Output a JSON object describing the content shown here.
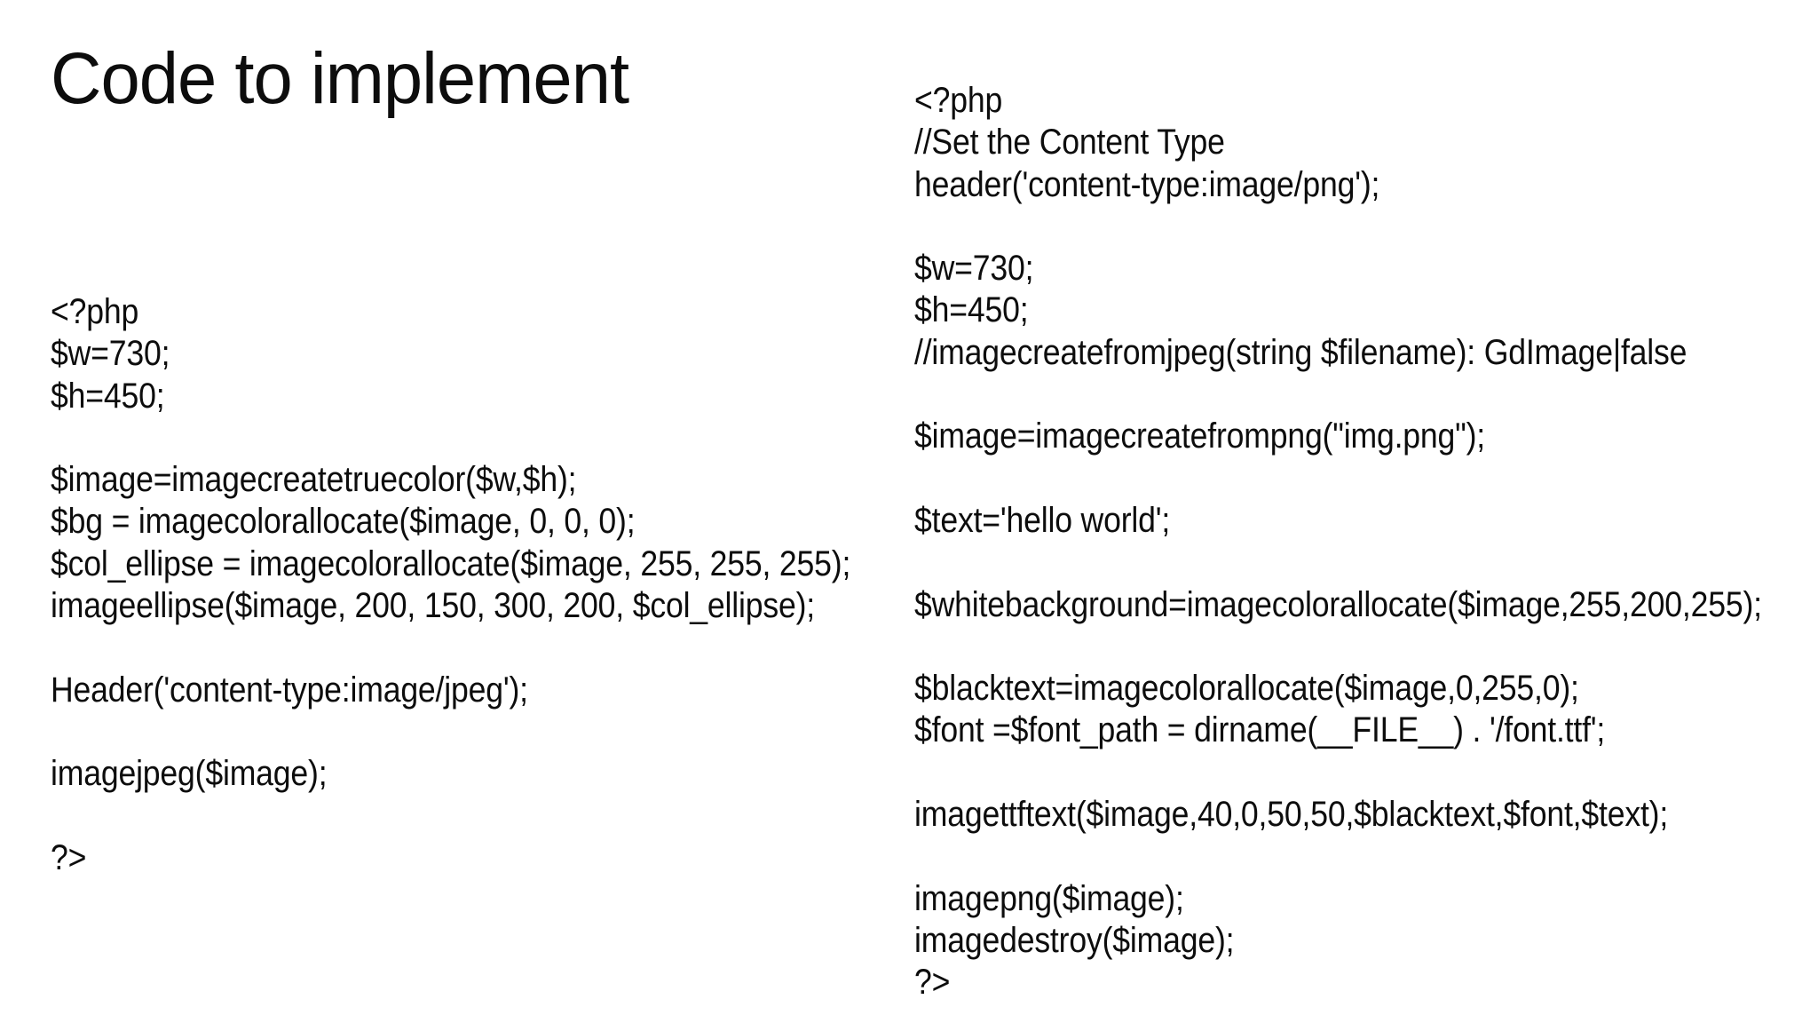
{
  "title": "Code to implement",
  "colors": {
    "background": "#ffffff",
    "text": "#0d0d0d"
  },
  "code_blocks": {
    "left": {
      "lines": [
        "<?php",
        "$w=730;",
        "$h=450;",
        "",
        "$image=imagecreatetruecolor($w,$h);",
        "$bg = imagecolorallocate($image, 0, 0, 0);",
        "$col_ellipse = imagecolorallocate($image, 255, 255, 255);",
        "imageellipse($image, 200, 150, 300, 200, $col_ellipse);",
        "",
        "Header('content-type:image/jpeg');",
        "",
        "imagejpeg($image);",
        "",
        "?>"
      ]
    },
    "right": {
      "lines": [
        "<?php",
        "//Set the Content Type",
        "header('content-type:image/png');",
        "",
        "$w=730;",
        "$h=450;",
        "//imagecreatefromjpeg(string $filename): GdImage|false",
        "",
        "$image=imagecreatefrompng(\"img.png\");",
        "",
        "$text='hello world';",
        "",
        "$whitebackground=imagecolorallocate($image,255,200,255);",
        "",
        "$blacktext=imagecolorallocate($image,0,255,0);",
        "$font =$font_path = dirname(__FILE__) . '/font.ttf';",
        "",
        "imagettftext($image,40,0,50,50,$blacktext,$font,$text);",
        "",
        "imagepng($image);",
        "imagedestroy($image);",
        "?>"
      ]
    }
  }
}
